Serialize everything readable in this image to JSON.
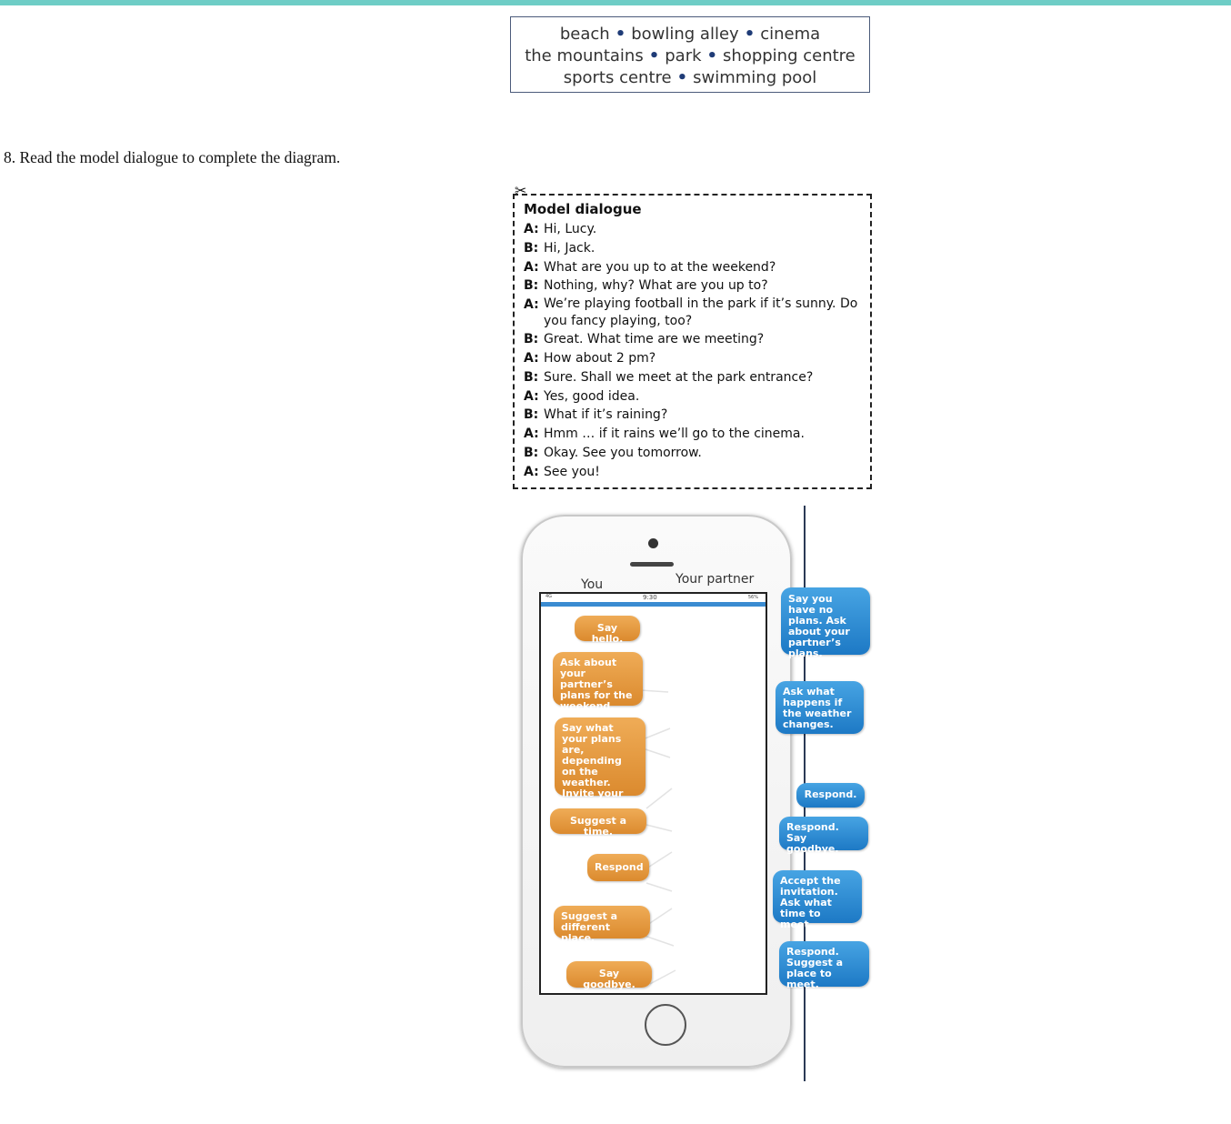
{
  "word_box": {
    "line1": [
      "beach",
      "bowling alley",
      "cinema"
    ],
    "line2": [
      "the mountains",
      "park",
      "shopping centre"
    ],
    "line3": [
      "sports centre",
      "swimming pool"
    ]
  },
  "question": "8. Read the model dialogue to complete the diagram.",
  "dialogue": {
    "scissors_icon": "✂",
    "title": "Model dialogue",
    "lines": [
      {
        "speaker": "A:",
        "text": "Hi, Lucy."
      },
      {
        "speaker": "B:",
        "text": "Hi, Jack."
      },
      {
        "speaker": "A:",
        "text": "What are you up to at the weekend?"
      },
      {
        "speaker": "B:",
        "text": "Nothing, why? What are you up to?"
      },
      {
        "speaker": "A:",
        "text": "We’re playing football in the park if it’s sunny. Do you fancy playing, too?"
      },
      {
        "speaker": "B:",
        "text": "Great. What time are we meeting?"
      },
      {
        "speaker": "A:",
        "text": "How about 2 pm?"
      },
      {
        "speaker": "B:",
        "text": "Sure. Shall we meet at the park entrance?"
      },
      {
        "speaker": "A:",
        "text": "Yes, good idea."
      },
      {
        "speaker": "B:",
        "text": "What if it’s raining?"
      },
      {
        "speaker": "A:",
        "text": "Hmm … if it rains we’ll go to the cinema."
      },
      {
        "speaker": "B:",
        "text": "Okay. See you tomorrow."
      },
      {
        "speaker": "A:",
        "text": "See you!"
      }
    ]
  },
  "diagram": {
    "col_you": "You",
    "col_partner": "Your partner",
    "status_time": "9:30",
    "status_signal": "4G",
    "status_battery": "56%",
    "you_bubbles": [
      "Say hello.",
      "Ask about your partner’s plans for the weekend.",
      "Say what your plans are, depending on the weather. Invite your partner.",
      "Suggest a time.",
      "Respond",
      "Suggest a different place.",
      "Say goodbye."
    ],
    "partner_bubbles": [
      "Say you have no plans. Ask about your partner’s plans.",
      "Ask what happens if the weather changes.",
      "Respond.",
      "Respond. Say goodbye.",
      "Accept the invitation. Ask what time to meet.",
      "Respond. Suggest a place to meet."
    ]
  }
}
